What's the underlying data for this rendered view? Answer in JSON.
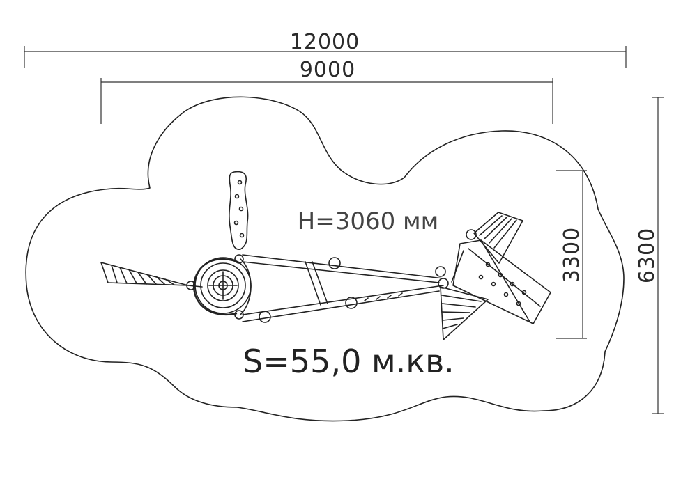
{
  "dimensions": {
    "overall_width": "12000",
    "inner_width": "9000",
    "structure_depth": "3300",
    "overall_depth": "6300"
  },
  "labels": {
    "height": "H=3060 мм",
    "area": "S=55,0 м.кв."
  }
}
